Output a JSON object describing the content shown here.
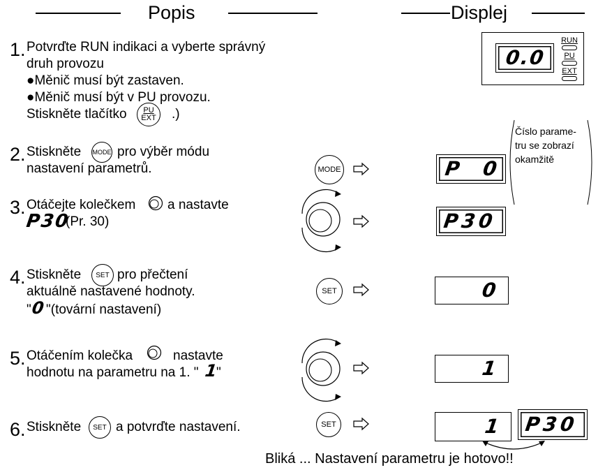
{
  "headers": {
    "popis": "Popis",
    "displej": "Displej"
  },
  "display_indicators": {
    "run": "RUN",
    "pu": "PU",
    "ext": "EXT"
  },
  "buttons": {
    "mode": "MODE",
    "set": "SET",
    "pu": "PU",
    "ext": "EXT"
  },
  "steps": [
    {
      "number": "1.",
      "line1": "Potvrďte RUN indikaci a vyberte správný",
      "line2": "druh provozu",
      "line3": "●Měnič musí být zastaven.",
      "line4": "●Měnič musí být v PU provozu.",
      "line5a": "Stiskněte tlačítko",
      "line5b": ".)",
      "display": "0.0"
    },
    {
      "number": "2.",
      "line1a": "Stiskněte",
      "line1b": "pro výběr módu",
      "line2": "nastavení parametrů.",
      "display": "P 0",
      "note": [
        "Číslo parame-",
        "tru se zobrazí",
        "okamžitě"
      ]
    },
    {
      "number": "3.",
      "line1a": "Otáčejte kolečkem",
      "line1b": "a nastavte",
      "line2_seg": "P30",
      "line2b": "(Pr. 30)",
      "display": "P30"
    },
    {
      "number": "4.",
      "line1a": "Stiskněte",
      "line1b": "pro přečtení",
      "line2": "aktuálně nastavené hodnoty.",
      "line3_open": "\"",
      "line3_seg": "0",
      "line3b": "\"(tovární nastavení)",
      "display": "0"
    },
    {
      "number": "5.",
      "line1a": "Otáčením kolečka",
      "line1b": "nastavte",
      "line2a": "hodnotu na parametru na 1. \"",
      "line2_seg": "1",
      "line2b": "\"",
      "display": "1"
    },
    {
      "number": "6.",
      "line1a": "Stiskněte",
      "line1b": "a potvrďte nastavení.",
      "display": "1",
      "display2": "P30"
    }
  ],
  "footer": "Bliká ... Nastavení parametru je hotovo!!"
}
